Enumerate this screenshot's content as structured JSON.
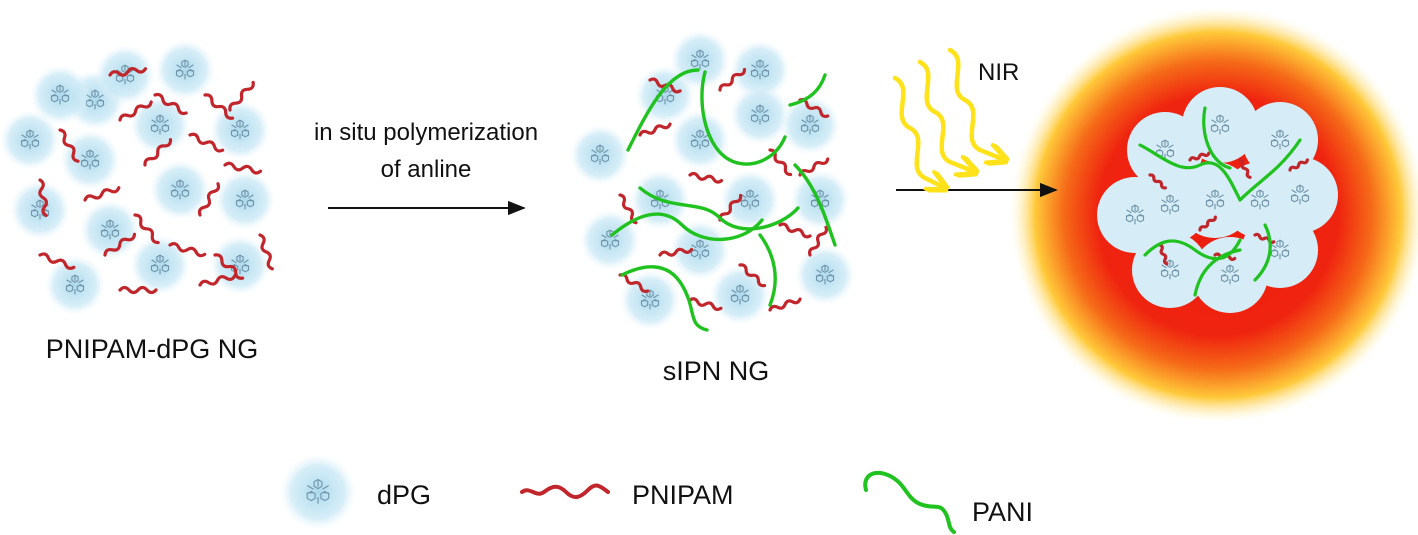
{
  "diagram": {
    "step1_label": "PNIPAM-dPG NG",
    "step2_label": "sIPN NG",
    "arrow1_label_line1": "in situ polymerization",
    "arrow1_label_line2": "of anline",
    "arrow2_label": "NIR"
  },
  "legend": {
    "items": [
      {
        "key": "dpg",
        "label": "dPG"
      },
      {
        "key": "pnipam",
        "label": "PNIPAM"
      },
      {
        "key": "pani",
        "label": "PANI"
      }
    ]
  },
  "colors": {
    "dpg_glow": "#bfe3f2",
    "dpg_line": "#6f93a8",
    "pnipam": "#c0262b",
    "pani": "#1fc21f",
    "nir": "#ffe21a",
    "heat_core": "#ee1c0e",
    "heat_edge": "#ffd54a"
  }
}
